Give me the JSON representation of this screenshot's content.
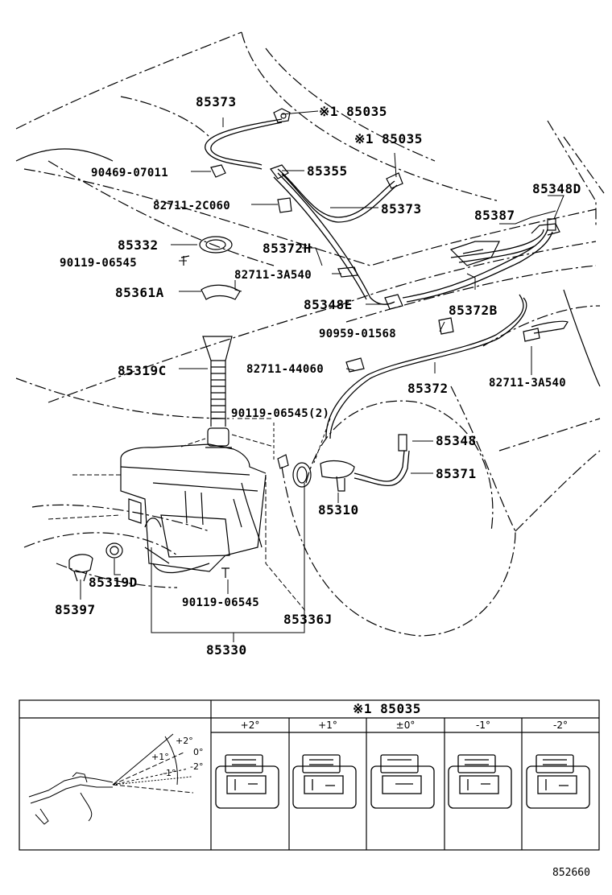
{
  "parts": {
    "p85373_top": "85373",
    "p85035_a": "※1 85035",
    "p85035_b": "※1 85035",
    "p90469": "90469-07011",
    "p85355": "85355",
    "p82711_2c060": "82711-2C060",
    "p85373_mid": "85373",
    "p85348d": "85348D",
    "p85387": "85387",
    "p85332": "85332",
    "p85372h": "85372H",
    "p90119_a": "90119-06545",
    "p82711_3a540_a": "82711-3A540",
    "p85361a": "85361A",
    "p85348e": "85348E",
    "p85372b": "85372B",
    "p90959": "90959-01568",
    "p85319c": "85319C",
    "p82711_44060": "82711-44060",
    "p82711_3a540_b": "82711-3A540",
    "p85372": "85372",
    "p90119_b": "90119-06545(2)",
    "p85348": "85348",
    "p85371": "85371",
    "p85310": "85310",
    "p85319d": "85319D",
    "p85397": "85397",
    "p90119_c": "90119-06545",
    "p85336j": "85336J",
    "p85330": "85330"
  },
  "table": {
    "title": "※1 85035",
    "columns": [
      "+2°",
      "+1°",
      "±0°",
      "-1°",
      "-2°"
    ],
    "angle_labels": [
      "+2°",
      "+1°",
      "0°",
      "-1°",
      "-2°"
    ]
  },
  "ref_number": "852660"
}
